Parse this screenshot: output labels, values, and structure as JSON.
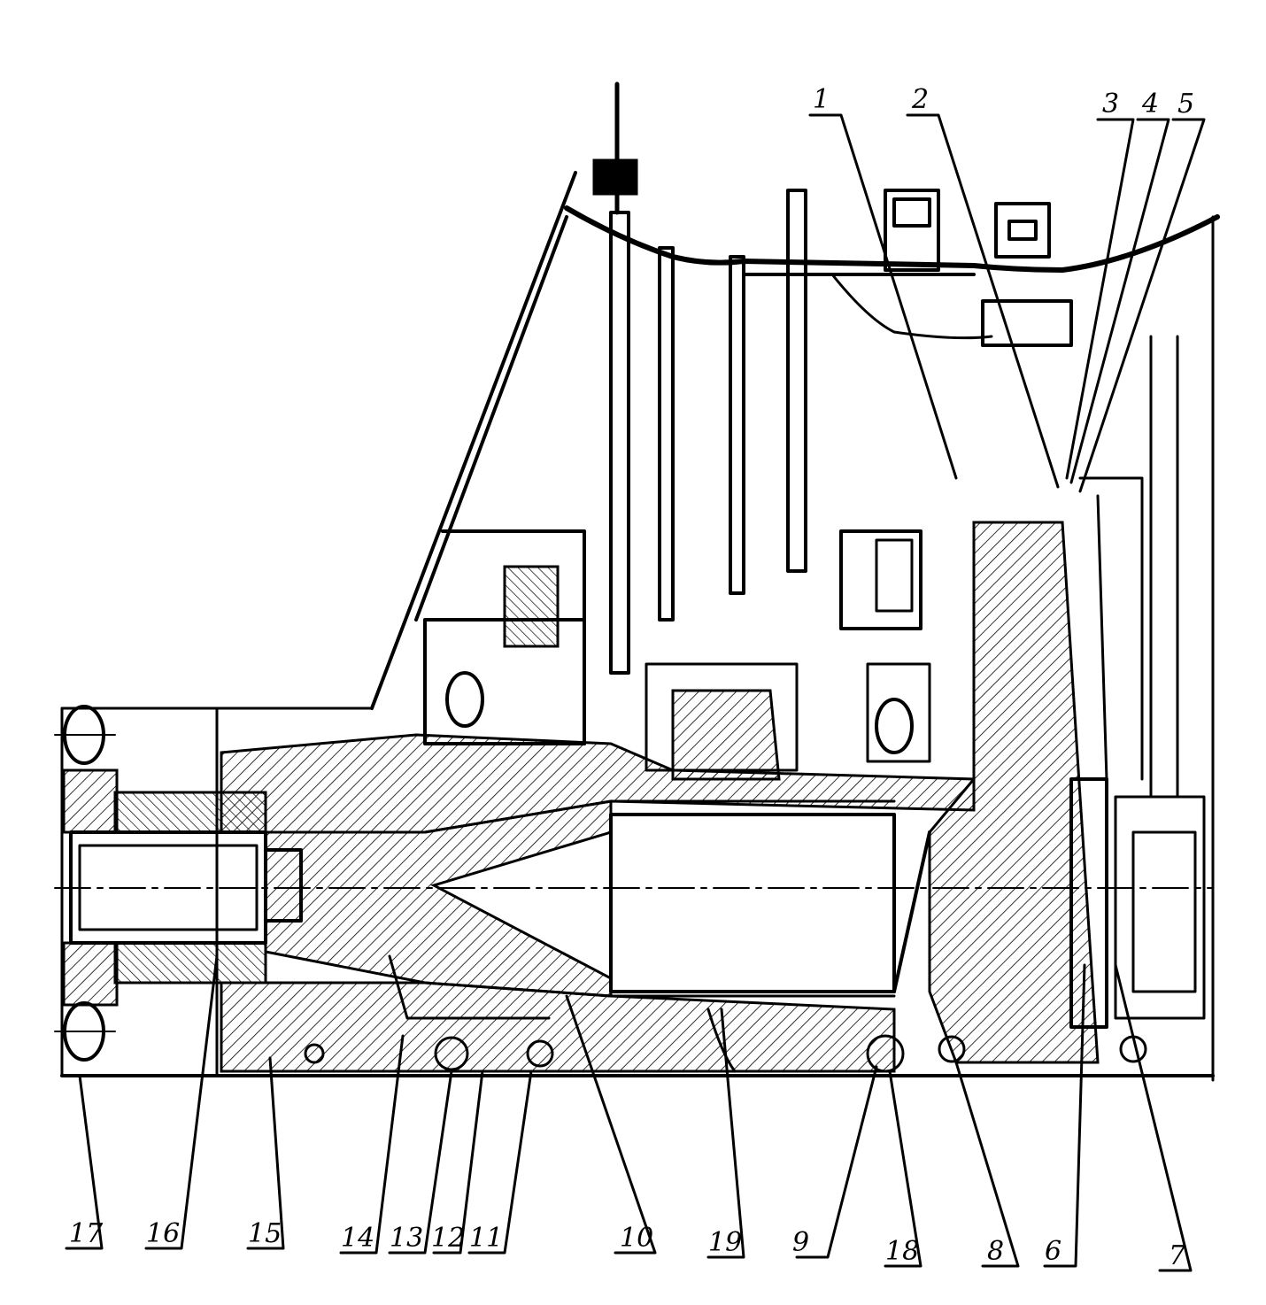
{
  "diagram": {
    "top_labels": [
      "1",
      "2",
      "3",
      "4",
      "5"
    ],
    "bottom_labels": [
      "17",
      "16",
      "15",
      "14",
      "13",
      "12",
      "11",
      "10",
      "19",
      "9",
      "18",
      "8",
      "6",
      "7"
    ]
  },
  "colors": {
    "ink": "#000000",
    "paper": "#ffffff"
  }
}
